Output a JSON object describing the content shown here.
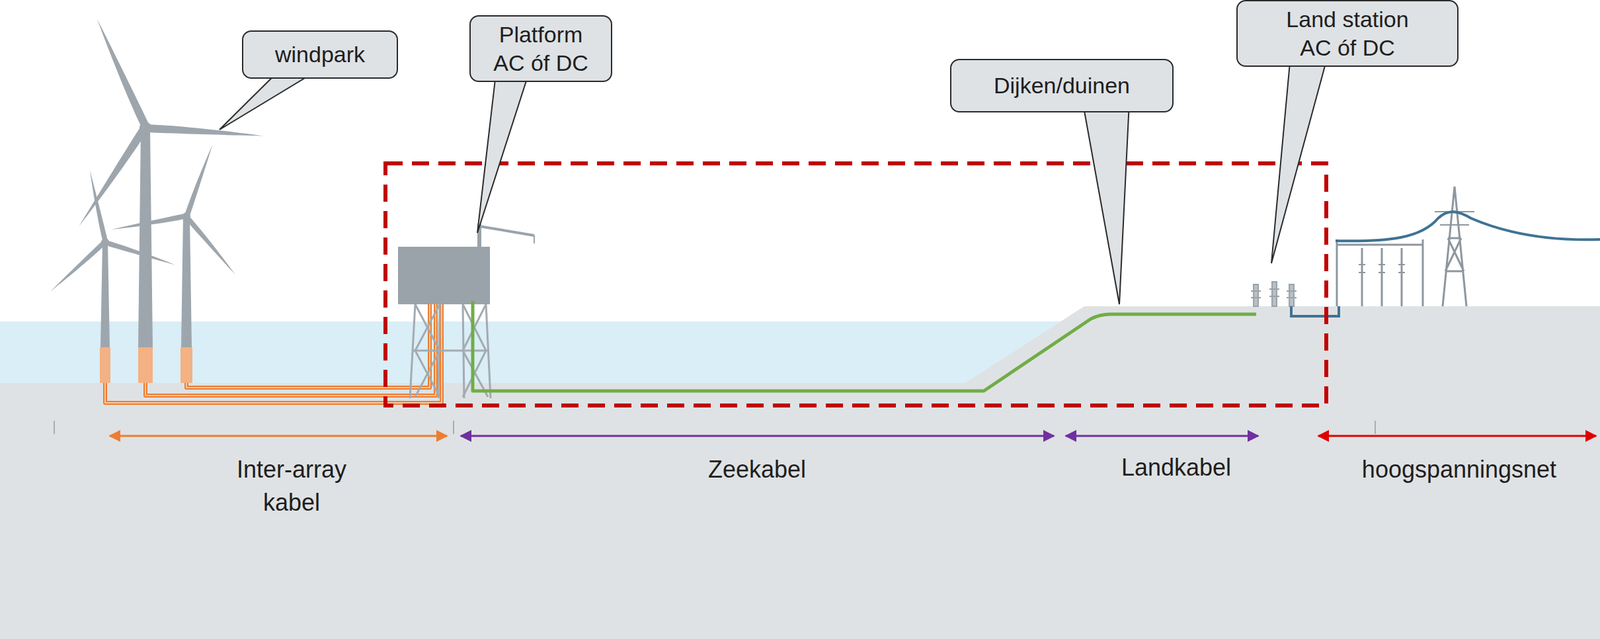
{
  "diagram": {
    "nodes": [
      {
        "text": [
          "windpark"
        ]
      },
      {
        "text": [
          "Platform AC óf DC"
        ]
      },
      {
        "text": [
          "Dijken/duinen"
        ]
      },
      {
        "text": [
          "Land station AC óf DC"
        ]
      }
    ],
    "labels": [
      "Inter-array kabel",
      "Zeekabel",
      "Landkabel",
      "hoogspanningsnet"
    ]
  }
}
